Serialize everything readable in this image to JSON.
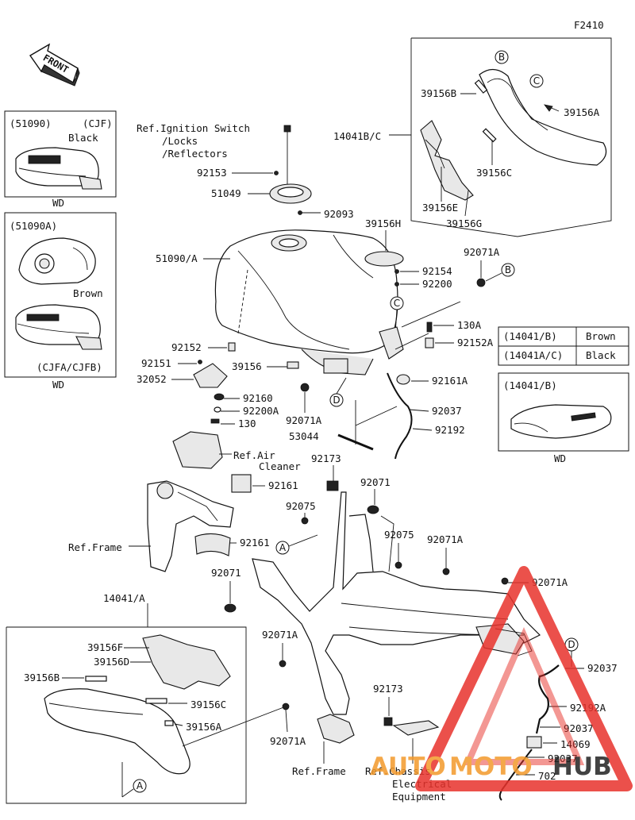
{
  "figure_code": "F2410",
  "front_label": "FRONT",
  "variant_cjf": {
    "code": "(51090)",
    "model": "(CJF)",
    "color": "Black",
    "region": "WD"
  },
  "variant_cjfa": {
    "code": "(51090A)",
    "color": "Brown",
    "model": "(CJFA/CJFB)",
    "region": "WD"
  },
  "table": [
    {
      "part": "(14041/B)",
      "color": "Brown"
    },
    {
      "part": "(14041A/C)",
      "color": "Black"
    }
  ],
  "cover_detail": {
    "code": "(14041/B)",
    "region": "WD"
  },
  "callouts": {
    "A": "A",
    "B": "B",
    "C": "C",
    "D": "D"
  },
  "labels": {
    "ref_ignition_1": "Ref.Ignition Switch",
    "ref_ignition_2": "/Locks",
    "ref_ignition_3": "/Reflectors",
    "p92153": "92153",
    "p51049": "51049",
    "p92093": "92093",
    "p39156h": "39156H",
    "p51090a": "51090/A",
    "p92154": "92154",
    "p92200": "92200",
    "p92071a_top": "92071A",
    "p130a": "130A",
    "p92152a": "92152A",
    "p92152": "92152",
    "p92151": "92151",
    "p39156": "39156",
    "p32052": "32052",
    "p92160": "92160",
    "p92200a": "92200A",
    "p130": "130",
    "p92071a_mid": "92071A",
    "p92161a": "92161A",
    "p92037_mid": "92037",
    "p53044": "53044",
    "p92192": "92192",
    "p14041bc": "14041B/C",
    "p39156b_top": "39156B",
    "p39156a_top": "39156A",
    "p39156c_top": "39156C",
    "p39156e": "39156E",
    "p39156g": "39156G",
    "ref_air_1": "Ref.Air",
    "ref_air_2": "Cleaner",
    "p92173_top": "92173",
    "p92161_1": "92161",
    "p92071_1": "92071",
    "p92075_1": "92075",
    "p92075_2": "92075",
    "p92071a_3": "92071A",
    "p92071a_4": "92071A",
    "ref_frame_1": "Ref.Frame",
    "p92161_2": "92161",
    "p92071_2": "92071",
    "p14041a": "14041/A",
    "p39156f": "39156F",
    "p39156d": "39156D",
    "p39156b_bot": "39156B",
    "p39156c_bot": "39156C",
    "p39156a_bot": "39156A",
    "p92071a_5": "92071A",
    "p92071a_6": "92071A",
    "p92173_bot": "92173",
    "ref_frame_2": "Ref.Frame",
    "ref_chassis_1": "Ref.Chassis",
    "ref_chassis_2": "Electrical",
    "ref_chassis_3": "Equipment",
    "p92037_right": "92037",
    "p92192a": "92192A",
    "p92037_r2": "92037",
    "p14069": "14069",
    "p92037_r3": "92037",
    "p702": "702"
  },
  "watermark": {
    "part1": "AUTO",
    "part2": "MOTO",
    "part3": "HUB",
    "color_red": "#e8322c",
    "color_orange": "#f39a2b",
    "color_black": "#222222"
  }
}
